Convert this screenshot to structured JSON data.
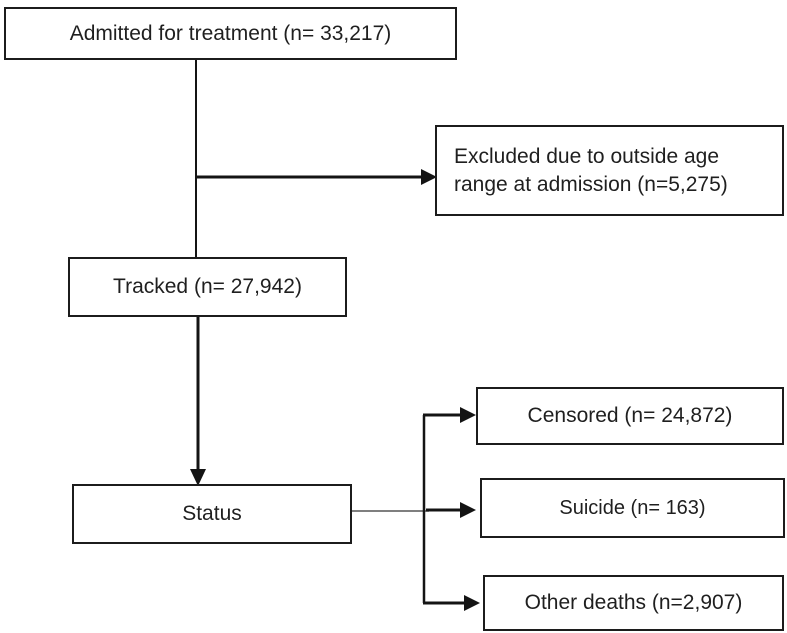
{
  "diagram": {
    "type": "flowchart",
    "nodes": {
      "admitted": {
        "label": "Admitted for treatment (n= 33,217)",
        "n": 33217
      },
      "excluded": {
        "label": "Excluded due to outside age range at admission (n=5,275)",
        "n": 5275
      },
      "tracked": {
        "label": "Tracked (n= 27,942)",
        "n": 27942
      },
      "status": {
        "label": "Status"
      },
      "censored": {
        "label": "Censored (n= 24,872)",
        "n": 24872
      },
      "suicide": {
        "label": "Suicide (n= 163)",
        "n": 163
      },
      "other_deaths": {
        "label": "Other deaths (n=2,907)",
        "n": 2907
      }
    },
    "edges": [
      {
        "from": "admitted",
        "to": "tracked",
        "arrowhead": false
      },
      {
        "from": "admitted",
        "to": "excluded",
        "arrowhead": true
      },
      {
        "from": "tracked",
        "to": "status",
        "arrowhead": true
      },
      {
        "from": "status",
        "to": "censored",
        "arrowhead": true
      },
      {
        "from": "status",
        "to": "suicide",
        "arrowhead": true
      },
      {
        "from": "status",
        "to": "other_deaths",
        "arrowhead": true
      }
    ],
    "colors": {
      "background": "#ffffff",
      "box_border": "#1c1c1c",
      "line": "#141414",
      "thin_connector": "#555555",
      "text": "#1f1f1f"
    }
  }
}
